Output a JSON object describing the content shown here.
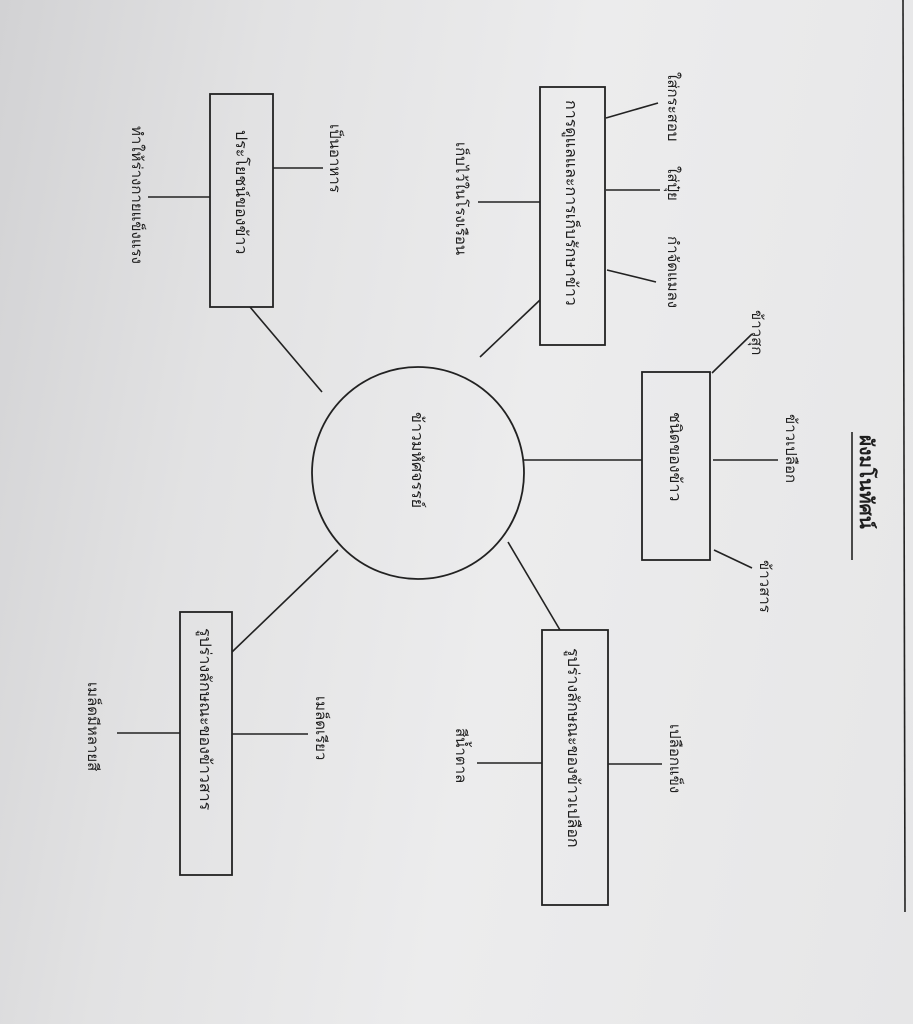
{
  "title": "ผังมโนทัศน์",
  "center": "ข้าวมหัศจรรย์",
  "branches": {
    "care": {
      "label": "การดูแลและการเก็บรักษาข้าว",
      "items": [
        "ใส่กระสอบ",
        "ใส่ปุ๋ย",
        "กำจัดแมลง",
        "เก็บไว้ในโรงเรือน"
      ]
    },
    "benefits": {
      "label": "ประโยชน์ของข้าว",
      "items": [
        "เป็นอาหาร",
        "ทำให้ร่างกายแข็งแรง"
      ]
    },
    "types": {
      "label": "ชนิดของข้าว",
      "items": [
        "ข้าวสุก",
        "ข้าวเปลือก",
        "ข้าวสาร"
      ]
    },
    "paddy": {
      "label": "รูปร่างลักษณะของข้าวเปลือก",
      "items": [
        "เปลือกแข็ง",
        "สีน้ำตาล"
      ]
    },
    "milled": {
      "label": "รูปร่างลักษณะของข้าวสาร",
      "items": [
        "เมล็ดเรียว",
        "เมล็ดมีหลายสี"
      ]
    }
  }
}
